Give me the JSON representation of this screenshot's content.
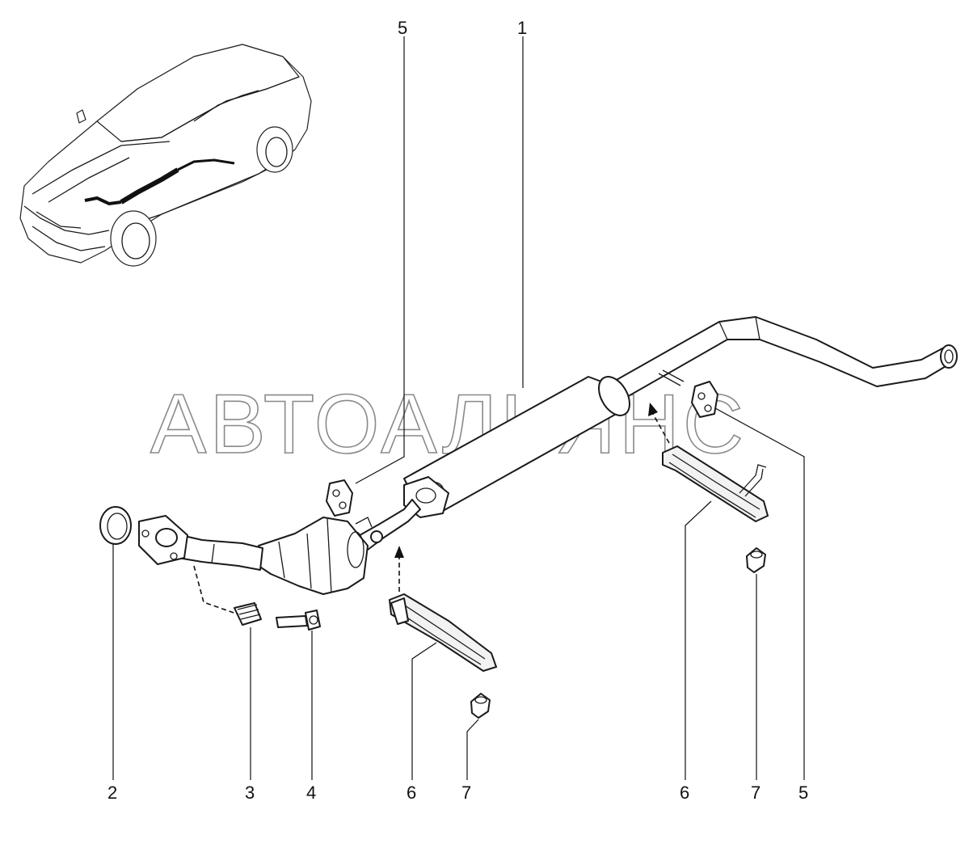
{
  "watermark": "АВТОАЛЬЯНС",
  "callouts": {
    "top_5": "5",
    "top_1": "1",
    "bottom_2": "2",
    "bottom_3": "3",
    "bottom_4": "4",
    "bottom_6_left": "6",
    "bottom_7_left": "7",
    "bottom_6_right": "6",
    "bottom_7_right": "7",
    "bottom_5_right": "5"
  }
}
